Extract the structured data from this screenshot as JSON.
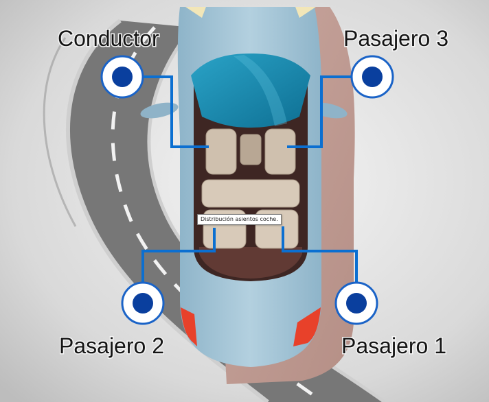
{
  "labels": {
    "conductor": "Conductor",
    "pasajero3": "Pasajero 3",
    "pasajero2": "Pasajero 2",
    "pasajero1": "Pasajero 1"
  },
  "tooltip": "Distribución asientos coche.",
  "colors": {
    "connector": "#0b6fd1",
    "marker_ring": "#1a63c7",
    "marker_dot": "#0a3f9e",
    "car_body": "#9fc2d6",
    "windshield": "#1d8db3",
    "interior": "#3e2623",
    "seat": "#cfc0ae",
    "road": "#7b7b7b",
    "background": "#dcdcdc"
  }
}
